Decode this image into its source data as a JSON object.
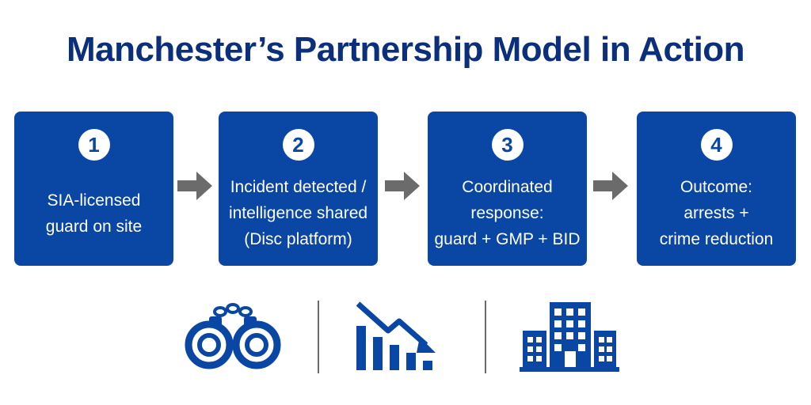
{
  "title": "Manchester’s Partnership Model in Action",
  "steps": [
    {
      "number": "1",
      "label": "SIA-licensed\nguard on site"
    },
    {
      "number": "2",
      "label": "Incident detected /\nintelligence shared\n(Disc platform)"
    },
    {
      "number": "3",
      "label": "Coordinated\nresponse:\nguard + GMP + BID"
    },
    {
      "number": "4",
      "label": "Outcome:\narrests +\ncrime reduction"
    }
  ],
  "icons": [
    "handcuffs-icon",
    "declining-bar-chart-icon",
    "office-building-icon"
  ],
  "colors": {
    "title": "#0b2f7a",
    "box": "#0a47a5",
    "arrow": "#6b6b6b",
    "icon": "#0a47a5"
  }
}
